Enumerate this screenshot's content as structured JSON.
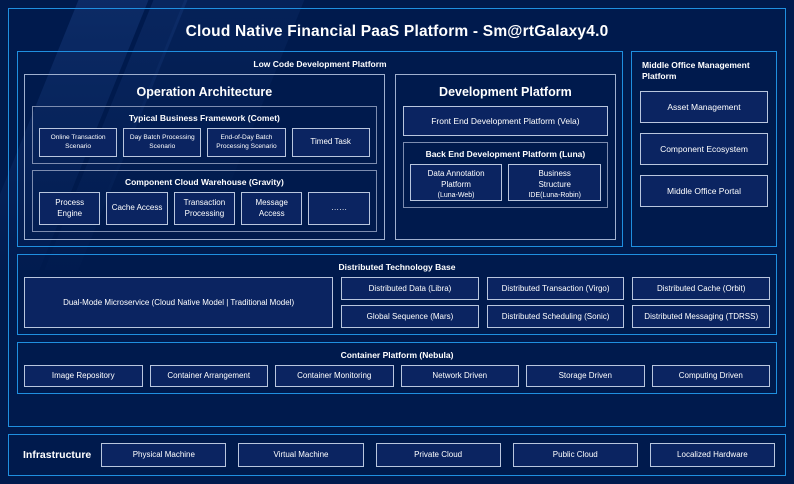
{
  "title": "Cloud Native Financial PaaS Platform - Sm@rtGalaxy4.0",
  "colors": {
    "background": "#001a4d",
    "panel_fill": "#0b2461",
    "accent_border": "#1f8fe0",
    "chip_border": "#b9c6de",
    "group_border": "#7d8db0",
    "text": "#ffffff"
  },
  "low_code": {
    "title": "Low Code Development Platform",
    "operation_architecture": {
      "title": "Operation Architecture",
      "groups": [
        {
          "title": "Typical Business Framework (Comet)",
          "items": [
            "Online Transaction Scenario",
            "Day Batch Processing Scenario",
            "End-of-Day Batch Processing Scenario",
            "Timed Task"
          ]
        },
        {
          "title": "Component Cloud Warehouse (Gravity)",
          "items": [
            "Process Engine",
            "Cache Access",
            "Transaction Processing",
            "Message Access",
            "……"
          ]
        }
      ]
    },
    "development_platform": {
      "title": "Development Platform",
      "front_end": "Front End Development Platform (Vela)",
      "back_end": {
        "title": "Back End Development Platform (Luna)",
        "items": [
          {
            "line1": "Data Annotation",
            "line2": "Platform",
            "line3": "(Luna-Web)"
          },
          {
            "line1": "Business",
            "line2": "Structure",
            "line3": "IDE(Luna-Robin)"
          }
        ]
      }
    }
  },
  "middle_office": {
    "title": "Middle Office Management Platform",
    "items": [
      "Asset Management",
      "Component Ecosystem",
      "Middle Office Portal"
    ]
  },
  "distributed_technology_base": {
    "title": "Distributed Technology Base",
    "dual_mode": "Dual-Mode Microservice (Cloud Native Model | Traditional Model)",
    "columns": [
      [
        "Distributed Data (Libra)",
        "Global Sequence (Mars)"
      ],
      [
        "Distributed Transaction (Virgo)",
        "Distributed Scheduling (Sonic)"
      ],
      [
        "Distributed Cache (Orbit)",
        "Distributed Messaging (TDRSS)"
      ]
    ]
  },
  "container_platform": {
    "title": "Container Platform (Nebula)",
    "items": [
      "Image Repository",
      "Container Arrangement",
      "Container Monitoring",
      "Network Driven",
      "Storage Driven",
      "Computing Driven"
    ]
  },
  "infrastructure": {
    "label": "Infrastructure",
    "items": [
      "Physical Machine",
      "Virtual Machine",
      "Private Cloud",
      "Public Cloud",
      "Localized Hardware"
    ]
  }
}
